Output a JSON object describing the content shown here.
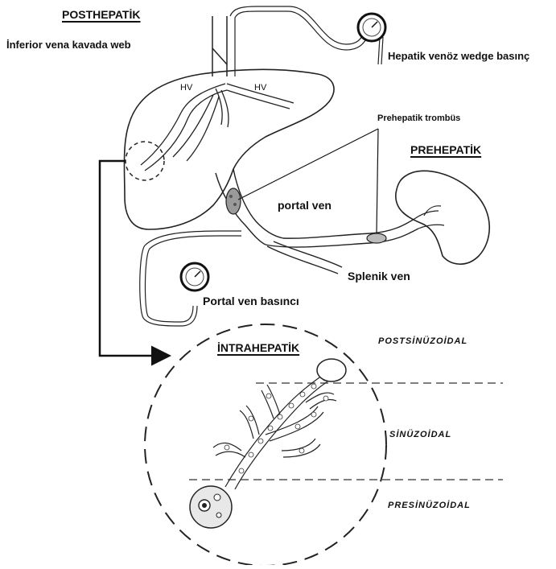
{
  "labels": {
    "posthepatik": "POSTHEPATİK",
    "ivc_web": "İnferior vena kavada web",
    "hepatic_wedge": "Hepatik venöz wedge basınç",
    "hv_left": "HV",
    "hv_right": "HV",
    "prehepatic_thrombus": "Prehepatik trombüs",
    "prehepatik": "PREHEPATİK",
    "portal_ven": "portal ven",
    "splenik_ven": "Splenik ven",
    "portal_pressure": "Portal ven basıncı",
    "intrahepatik": "İNTRAHEPATİK",
    "postsinuzoidal": "POSTSİNÜZOİDAL",
    "sinuzoidal": "SİNÜZOİDAL",
    "presinuzoidal": "PRESİNÜZOİDAL"
  }
}
